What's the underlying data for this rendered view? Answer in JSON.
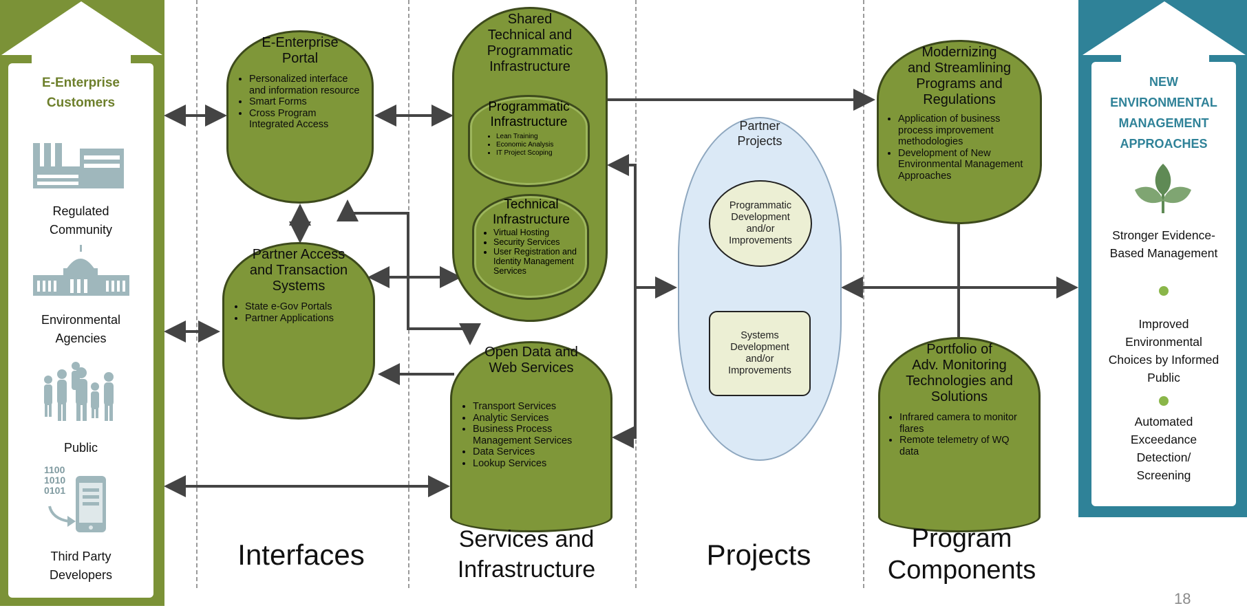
{
  "customers": {
    "title_line1": "E-Enterprise",
    "title_line2": "Customers",
    "regulated_line1": "Regulated",
    "regulated_line2": "Community",
    "agencies_line1": "Environmental",
    "agencies_line2": "Agencies",
    "public": "Public",
    "developers_line1": "Third Party",
    "developers_line2": "Developers",
    "binary_line1": "1100",
    "binary_line2": "1010",
    "binary_line3": "0101"
  },
  "outcomes": {
    "title_line1": "NEW",
    "title_line2": "ENVIRONMENTAL",
    "title_line3": "MANAGEMENT",
    "title_line4": "APPROACHES",
    "item1_line1": "Stronger Evidence-",
    "item1_line2": "Based Management",
    "item2_line1": "Improved",
    "item2_line2": "Environmental",
    "item2_line3": "Choices by Informed",
    "item2_line4": "Public",
    "item3_line1": "Automated",
    "item3_line2": "Exceedance",
    "item3_line3": "Detection/",
    "item3_line4": "Screening"
  },
  "columns": {
    "interfaces": "Interfaces",
    "services_line1": "Services and",
    "services_line2": "Infrastructure",
    "projects": "Projects",
    "program_line1": "Program",
    "program_line2": "Components"
  },
  "portal": {
    "title_line1": "E-Enterprise",
    "title_line2": "Portal",
    "items": [
      "Personalized interface and information resource",
      "Smart Forms",
      "Cross Program Integrated Access"
    ]
  },
  "partner_access": {
    "title_line1": "Partner Access",
    "title_line2": "and Transaction",
    "title_line3": "Systems",
    "items": [
      "State e-Gov Portals",
      "Partner Applications"
    ]
  },
  "shared": {
    "title_line1": "Shared",
    "title_line2": "Technical and",
    "title_line3": "Programmatic",
    "title_line4": "Infrastructure"
  },
  "programmatic": {
    "title_line1": "Programmatic",
    "title_line2": "Infrastructure",
    "items": [
      "Lean Training",
      "Economic Analysis",
      "IT Project Scoping"
    ]
  },
  "technical": {
    "title_line1": "Technical",
    "title_line2": "Infrastructure",
    "items": [
      "Virtual Hosting",
      "Security Services",
      "User Registration and Identity Management Services"
    ]
  },
  "open_data": {
    "title_line1": "Open Data and",
    "title_line2": "Web Services",
    "items": [
      "Transport Services",
      "Analytic Services",
      "Business Process Management Services",
      "Data Services",
      "Lookup Services"
    ]
  },
  "partner_projects": {
    "title_line1": "Partner",
    "title_line2": "Projects",
    "programmatic": "Programmatic Development and/or Improvements",
    "systems": "Systems Development and/or Improvements"
  },
  "modernizing": {
    "title_line1": "Modernizing",
    "title_line2": "and Streamlining",
    "title_line3": "Programs and",
    "title_line4": "Regulations",
    "items": [
      "Application of business process improvement methodologies",
      "Development of New Environmental Management Approaches"
    ]
  },
  "portfolio": {
    "title_line1": "Portfolio of",
    "title_line2": "Adv. Monitoring",
    "title_line3": "Technologies and",
    "title_line4": "Solutions",
    "items": [
      "Infrared camera to monitor flares",
      "Remote telemetry of WQ data"
    ]
  },
  "page_number": "18",
  "colors": {
    "customers_panel": "#7b9237",
    "outcomes_panel": "#2f8298",
    "blob_fill": "#7f9739",
    "partner_fill": "#dbe9f6"
  }
}
